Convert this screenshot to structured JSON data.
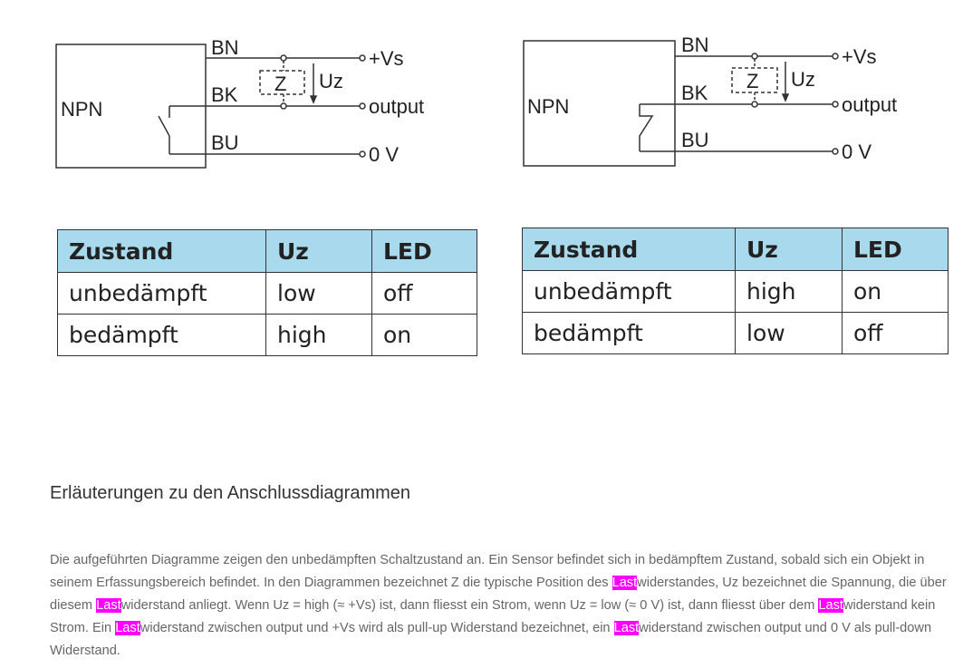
{
  "diagrams": [
    {
      "box_label": "NPN",
      "bn": "BN",
      "bk": "BK",
      "bu": "BU",
      "z": "Z",
      "uz": "Uz",
      "vs": "+Vs",
      "output": "output",
      "zero": "0 V"
    },
    {
      "box_label": "NPN",
      "bn": "BN",
      "bk": "BK",
      "bu": "BU",
      "z": "Z",
      "uz": "Uz",
      "vs": "+Vs",
      "output": "output",
      "zero": "0 V"
    }
  ],
  "tables": [
    {
      "headers": [
        "Zustand",
        "Uz",
        "LED"
      ],
      "rows": [
        [
          "unbedämpft",
          "low",
          "off"
        ],
        [
          "bedämpft",
          "high",
          "on"
        ]
      ]
    },
    {
      "headers": [
        "Zustand",
        "Uz",
        "LED"
      ],
      "rows": [
        [
          "unbedämpft",
          "high",
          "on"
        ],
        [
          "bedämpft",
          "low",
          "off"
        ]
      ]
    }
  ],
  "heading": "Erläuterungen zu den Anschlussdiagrammen",
  "paragraph": {
    "s0": "Die aufgeführten Diagramme zeigen den unbedämpften Schaltzustand an. Ein Sensor befindet sich in bedämpftem Zustand, sobald sich ein Objekt in seinem Erfassungsbereich befindet. In den Diagrammen bezeichnet Z die typische Position des ",
    "h": "Last",
    "s1": "widerstandes, Uz bezeichnet die Spannung, die über diesem ",
    "s2": "widerstand anliegt. Wenn Uz = high (≈ +Vs) ist, dann fliesst ein Strom, wenn Uz = low (≈ 0 V) ist, dann fliesst über dem ",
    "s3": "widerstand kein Strom. Ein ",
    "s4": "widerstand zwischen output und +Vs wird als pull-up Widerstand bezeichnet, ein ",
    "s5": "widerstand zwischen output und 0 V als pull-down Widerstand."
  }
}
